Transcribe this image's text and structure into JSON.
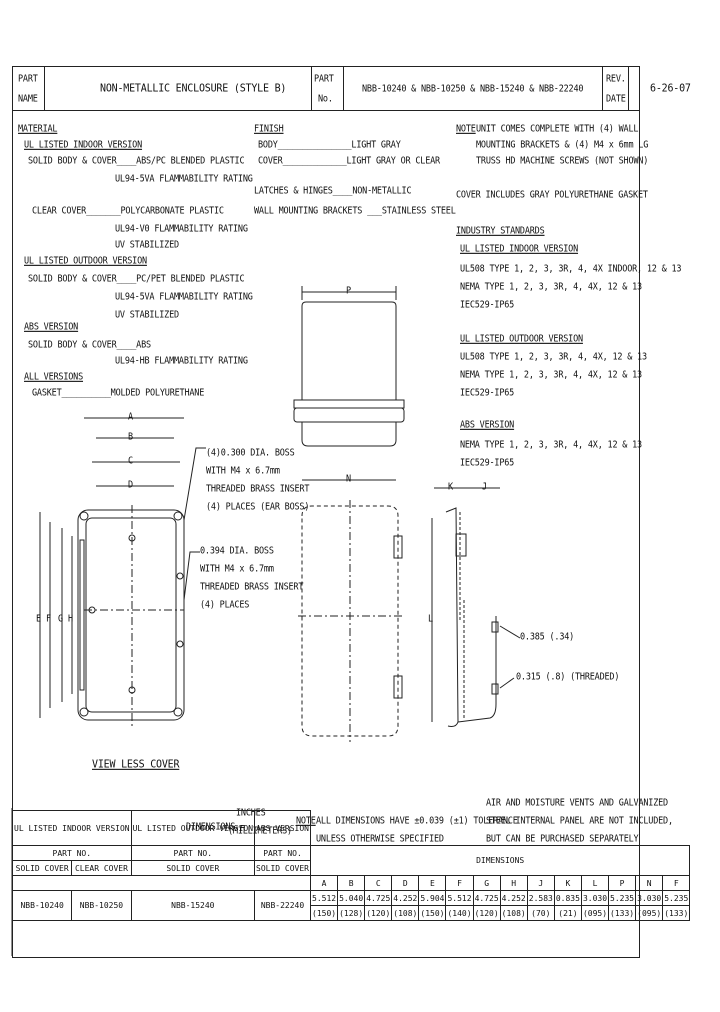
{
  "title_block": {
    "part_name_label_1": "PART",
    "part_name_label_2": "NAME",
    "part_name": "NON-METALLIC ENCLOSURE (STYLE B)",
    "part_no_label_1": "PART",
    "part_no_label_2": "No.",
    "part_no": "NBB-10240 & NBB-10250 & NBB-15240 & NBB-22240",
    "rev_label_1": "REV.",
    "rev_label_2": "DATE",
    "rev_date": "6-26-07"
  },
  "material": {
    "heading": "MATERIAL",
    "ul_indoor_heading": "UL LISTED INDOOR VERSION",
    "lines_a": [
      "SOLID BODY & COVER____ABS/PC BLENDED PLASTIC",
      "UL94-5VA FLAMMABILITY RATING",
      "CLEAR COVER_______POLYCARBONATE PLASTIC",
      "UL94-V0 FLAMMABILITY RATING",
      "UV STABILIZED"
    ],
    "ul_outdoor_heading": "UL LISTED OUTDOOR VERSION",
    "lines_b": [
      "SOLID BODY & COVER____PC/PET BLENDED PLASTIC",
      "UL94-5VA FLAMMABILITY RATING",
      "UV STABILIZED"
    ],
    "abs_heading": "ABS VERSION",
    "lines_c": [
      "SOLID BODY & COVER____ABS",
      "UL94-HB FLAMMABILITY RATING"
    ],
    "all_heading": "ALL VERSIONS",
    "gasket_line": "GASKET__________MOLDED POLYURETHANE"
  },
  "finish": {
    "heading": "FINISH",
    "body_line": "BODY_______________LIGHT GRAY",
    "cover_line": "COVER_____________LIGHT GRAY OR CLEAR",
    "latches_line": "LATCHES & HINGES____NON-METALLIC",
    "wall_line": "WALL MOUNTING BRACKETS ___STAINLESS STEEL"
  },
  "note": {
    "label": "NOTE",
    "lines": [
      "UNIT COMES COMPLETE WITH (4) WALL",
      "MOUNTING BRACKETS & (4) M4 x 6mm LG",
      "TRUSS HD MACHINE SCREWS (NOT SHOWN)"
    ],
    "cover_note": "COVER INCLUDES GRAY POLYURETHANE GASKET"
  },
  "standards": {
    "heading": "INDUSTRY STANDARDS",
    "ul_indoor_heading": "UL LISTED INDOOR VERSION",
    "ul_indoor": [
      "UL508 TYPE 1, 2, 3, 3R, 4, 4X INDOOR, 12 & 13",
      "NEMA TYPE 1, 2, 3, 3R, 4, 4X, 12 & 13",
      "IEC529-IP65"
    ],
    "ul_outdoor_heading": "UL LISTED OUTDOOR VERSION",
    "ul_outdoor": [
      "UL508 TYPE 1, 2, 3, 3R, 4, 4X, 12 & 13",
      "NEMA TYPE 1, 2, 3, 3R, 4, 4X, 12 & 13",
      "IEC529-IP65"
    ],
    "abs_heading": "ABS VERSION",
    "abs": [
      "NEMA TYPE 1, 2, 3, 3R, 4, 4X, 12 & 13",
      "IEC529-IP65"
    ]
  },
  "callouts": {
    "boss1": [
      "(4)0.300 DIA. BOSS",
      "WITH M4 x 6.7mm",
      "THREADED BRASS INSERT",
      "(4) PLACES (EAR BOSS)"
    ],
    "boss2": [
      "0.394 DIA. BOSS",
      "WITH M4 x 6.7mm",
      "THREADED BRASS INSERT",
      "(4) PLACES"
    ],
    "dim_side_1": "0.385 (.34)",
    "dim_side_2": "0.315 (.8) (THREADED)",
    "view_label": "VIEW LESS COVER",
    "letters_front": [
      "A",
      "B",
      "C",
      "D"
    ],
    "letters_left": [
      "E",
      "F",
      "G",
      "H"
    ],
    "letter_top": "P",
    "letter_mid": "N",
    "letter_side_k": "K",
    "letter_side_l": "L",
    "letter_side_j": "J"
  },
  "legend": {
    "dims_label": "DIMENSIONS =",
    "inches": "INCHES",
    "mm": "(MILLIMETERS)",
    "note_label": "NOTE",
    "note_text_1": "ALL DIMENSIONS HAVE ±0.039 (±1) TOLERANCE",
    "note_text_2": "UNLESS OTHERWISE SPECIFIED",
    "vents_1": "AIR AND MOISTURE VENTS AND GALVANIZED",
    "vents_2": "STEEL INTERNAL PANEL ARE NOT INCLUDED,",
    "vents_3": "BUT CAN BE PURCHASED SEPARATELY"
  },
  "table": {
    "groups": [
      "UL LISTED INDOOR VERSION",
      "UL LISTED OUTDOOR VERSION",
      "ABS VERSION"
    ],
    "part_no": "PART NO.",
    "sub_headers": [
      "SOLID COVER",
      "CLEAR COVER",
      "SOLID COVER",
      "SOLID COVER"
    ],
    "dimensions_label": "DIMENSIONS",
    "columns": [
      "A",
      "B",
      "C",
      "D",
      "E",
      "F",
      "G",
      "H",
      "J",
      "K",
      "L",
      "P",
      "N",
      "F"
    ],
    "part_numbers": [
      "NBB-10240",
      "NBB-10250",
      "NBB-15240",
      "NBB-22240"
    ],
    "inches": [
      "5.512",
      "5.040",
      "4.725",
      "4.252",
      "5.904",
      "5.512",
      "4.725",
      "4.252",
      "2.583",
      "0.835",
      "3.030",
      "5.235",
      "3.030",
      "5.235"
    ],
    "mm": [
      "(150)",
      "(128)",
      "(120)",
      "(108)",
      "(150)",
      "(140)",
      "(120)",
      "(108)",
      "(70)",
      "(21)",
      "(095)",
      "(133)",
      "(095)",
      "(133)"
    ]
  }
}
